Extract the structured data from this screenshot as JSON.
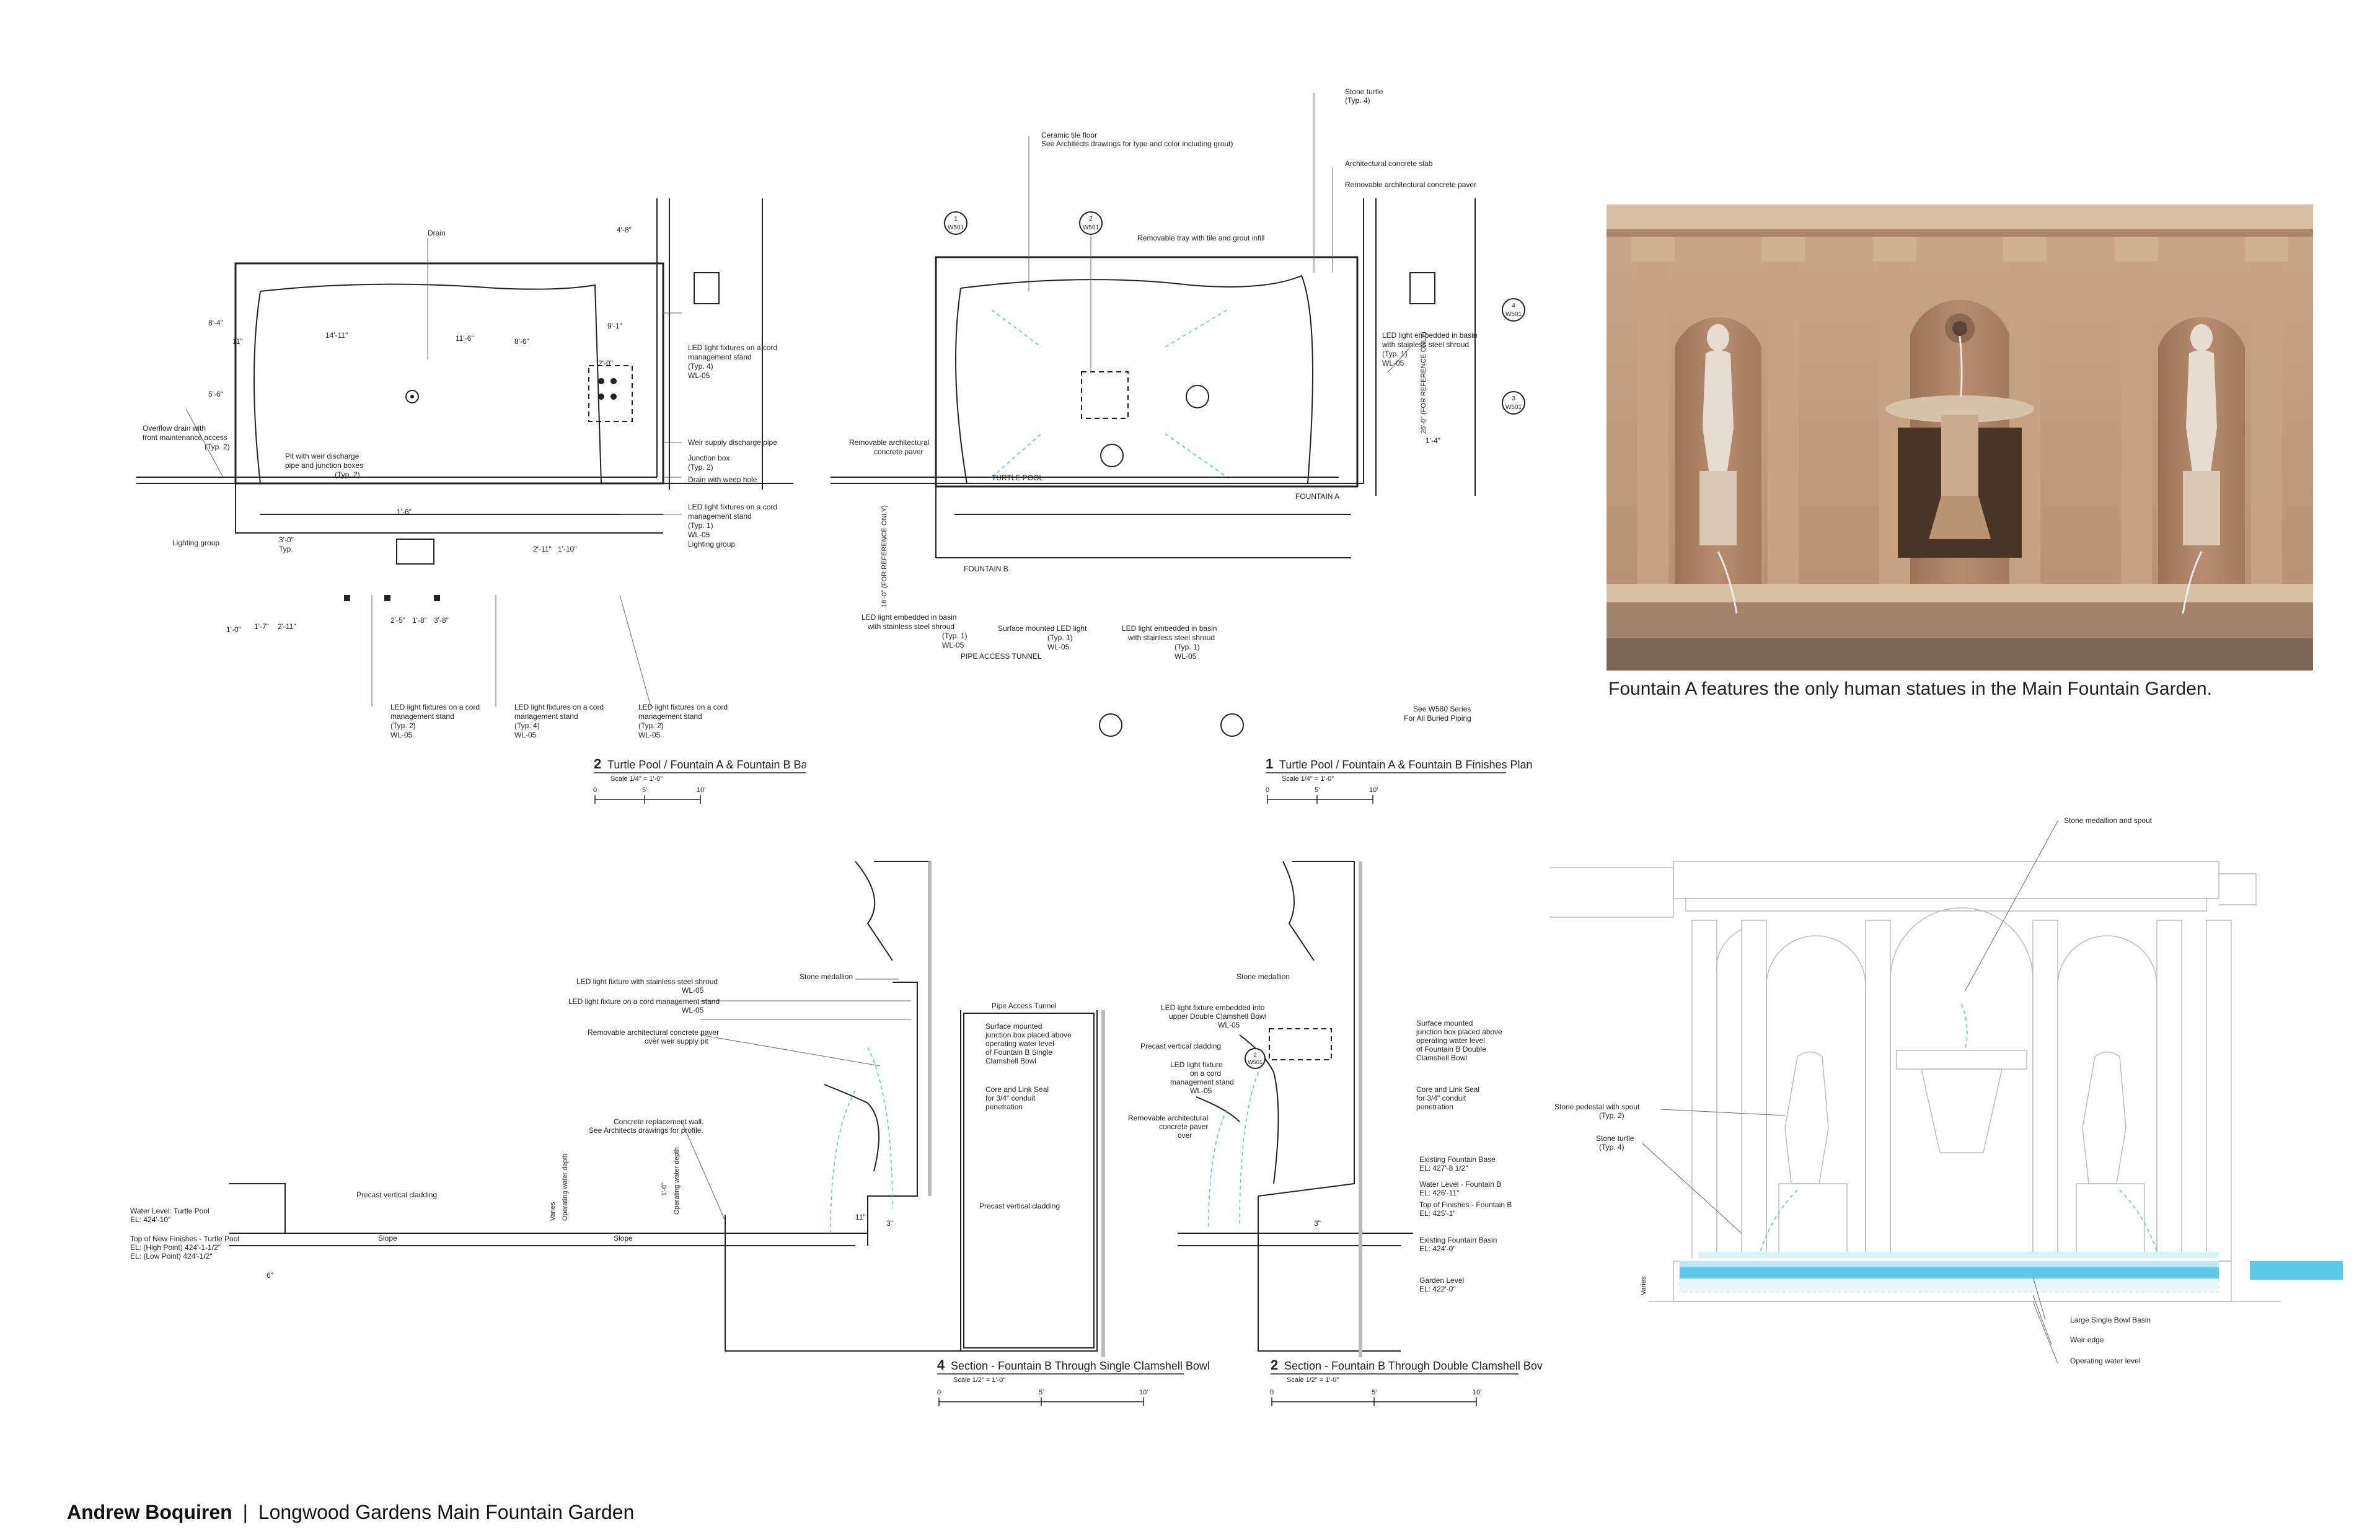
{
  "footer": {
    "author": "Andrew Boquiren",
    "separator": "|",
    "project": "Longwood Gardens Main Fountain Garden"
  },
  "photo": {
    "caption": "Fountain A features the only human statues in the Main Fountain Garden."
  },
  "plan2": {
    "number": "2",
    "title": "Turtle Pool / Fountain A & Fountain B Basin Plan",
    "scale": "Scale 1/4\" = 1'-0\"",
    "scale_ticks": [
      "0",
      "5'",
      "10'"
    ],
    "notes": {
      "drain": "Drain",
      "overflow1": "Overflow drain with",
      "overflow2": "front maintenance access",
      "overflow3": "(Typ. 2)",
      "pit1": "Pit with weir discharge",
      "pit2": "pipe and junction boxes",
      "pit3": "(Typ. 2)",
      "lighting": "Lighting group",
      "led1a": "LED light fixtures on a cord",
      "led1b": "management stand",
      "led1c": "(Typ. 4)",
      "led1d": "WL-05",
      "weir": "Weir supply discharge pipe",
      "jbox1": "Junction box",
      "jbox2": "(Typ. 2)",
      "drainweep": "Drain with weep hole",
      "led2a": "LED light fixtures on a cord",
      "led2b": "management stand",
      "led2c": "(Typ. 1)",
      "led2d": "WL-05",
      "lightgroup2": "Lighting group",
      "bot1a": "LED light fixtures on a cord",
      "bot1b": "management stand",
      "bot1c": "(Typ. 2)",
      "bot1d": "WL-05",
      "bot2a": "LED light fixtures on a cord",
      "bot2b": "management stand",
      "bot2c": "(Typ. 4)",
      "bot2d": "WL-05",
      "bot3a": "LED light fixtures on a cord",
      "bot3b": "management stand",
      "bot3c": "(Typ. 2)",
      "bot3d": "WL-05"
    },
    "dims": {
      "d1": "4'-8\"",
      "d2": "14'-11\"",
      "d3": "11'-6\"",
      "d4": "8'-6\"",
      "d5": "9'-1\"",
      "d6": "2'-0\"",
      "d7": "11\"",
      "d8": "3'-0\"",
      "d9": "Typ.",
      "d10": "1'-6\"",
      "d11": "2'-11\"",
      "d12": "1'-10\"",
      "d13": "1'-7\"",
      "d14": "2'-11\"",
      "d15": "2'-5\"",
      "d16": "1'-8\"",
      "d17": "3'-8\"",
      "d18": "1'-0\"",
      "d19": "8'-4\"",
      "d20": "5'-6\""
    }
  },
  "plan1": {
    "number": "1",
    "title": "Turtle Pool / Fountain A & Fountain B Finishes Plan",
    "scale": "Scale 1/4\" = 1'-0\"",
    "scale_ticks": [
      "0",
      "5'",
      "10'"
    ],
    "notes": {
      "turtle1": "Stone turtle",
      "turtle2": "(Typ. 4)",
      "ceramic1": "Ceramic tile floor",
      "ceramic2": "See Architects drawings for type and color including grout)",
      "slab": "Architectural concrete slab",
      "paver": "Removable architectural concrete paver",
      "tray": "Removable tray with tile and grout infill",
      "ledbasin1": "LED light embedded in basin",
      "ledbasin2": "with stainless steel shroud",
      "ledbasin3": "(Typ. 1)",
      "ledbasin4": "WL-05",
      "rem1": "Removable architectural",
      "rem2": "concrete paver",
      "turtlepool": "TURTLE POOL",
      "fountainA": "FOUNTAIN A",
      "fountainB": "FOUNTAIN B",
      "ref1": "16'-0\" (FOR REFERENCE ONLY)",
      "ref2": "26'-0\" (FOR REFERENCE ONLY)",
      "ref3": "1'-4\"",
      "b1a": "LED light embedded in basin",
      "b1b": "with stainless steel shroud",
      "b1c": "(Typ. 1)",
      "b1d": "WL-05",
      "b2a": "Surface mounted LED light",
      "b2b": "(Typ. 1)",
      "b2c": "WL-05",
      "b3a": "LED light embedded in basin",
      "b3b": "with stainless steel shroud",
      "b3c": "(Typ. 1)",
      "b3d": "WL-05",
      "tunnel": "PIPE ACCESS TUNNEL",
      "ws1": "See W580 Series",
      "ws2": "For All Buried Piping",
      "tag1": "1",
      "tag1b": "W501",
      "tag2": "2",
      "tag2b": "W501",
      "tag3": "4",
      "tag3b": "W501",
      "tag4": "3",
      "tag4b": "W501"
    }
  },
  "section4": {
    "number": "4",
    "title": "Section - Fountain B Through Single Clamshell Bowl",
    "scale": "Scale 1/2\" = 1'-0\"",
    "scale_ticks": [
      "0",
      "5'",
      "10'"
    ],
    "notes": {
      "medallion": "Stone medallion",
      "led1a": "LED light fixture with stainless steel shroud",
      "led1b": "WL-05",
      "led2a": "LED light fixture on a  cord management stand",
      "led2b": "WL-05",
      "paver1": "Removable architectural concrete paver",
      "paver2": "over weir supply pit",
      "wall1": "Concrete replacement wall.",
      "wall2": "See Architects drawings for profile.",
      "precast": "Precast vertical cladding",
      "tunnel": "Pipe Access Tunnel",
      "surf1": "Surface mounted",
      "surf2": "junction box placed above",
      "surf3": "operating water level",
      "surf4": "of Fountain B Single",
      "surf5": "Clamshell Bowl",
      "core1": "Core and Link Seal",
      "core2": "for 3/4\" conduit",
      "core3": "penetration",
      "precast2": "Precast vertical cladding",
      "wl1": "Water Level: Turtle Pool",
      "wl2": "EL: 424'-10\"",
      "top1": "Top of New Finishes - Turtle Pool",
      "top2": "EL: (High Point) 424'-1-1/2\"",
      "top3": "EL: (Low Point) 424'-1/2\"",
      "slope1": "Slope",
      "slope2": "Slope",
      "varies": "Varies",
      "opdepth": "Operating water depth",
      "d1": "1'-0\"",
      "d2": "Operating water depth",
      "d3": "3\"",
      "d4": "11\"",
      "d5": "6\""
    }
  },
  "section2": {
    "number": "2",
    "title": "Section - Fountain B Through Double Clamshell Bov",
    "scale": "Scale 1/2\" = 1'-0\"",
    "scale_ticks": [
      "0",
      "5'",
      "10'"
    ],
    "notes": {
      "medallion": "Stone medallion",
      "led1a": "LED light fixture embedded into",
      "led1b": "upper Double Clamshell Bowl",
      "led1c": "WL-05",
      "precast": "Precast vertical cladding",
      "led2a": "LED light fixture",
      "led2b": "on a  cord",
      "led2c": "management stand",
      "led2d": "WL-05",
      "paver1": "Removable architectural",
      "paver2": "concrete paver",
      "paver3": "over",
      "surf1": "Surface mounted",
      "surf2": "junction box placed above",
      "surf3": "operating water level",
      "surf4": "of Fountain B Double",
      "surf5": "Clamshell Bowl",
      "core1": "Core and Link Seal",
      "core2": "for 3/4\" conduit",
      "core3": "penetration",
      "e1a": "Existing Fountain Base",
      "e1b": "EL: 427'-8 1/2\"",
      "e2a": "Water Level - Fountain B",
      "e2b": "EL: 426'-11\"",
      "e3a": "Top of Finishes - Fountain B",
      "e3b": "EL: 425'-1\"",
      "e4a": "Existing Fountain Basin",
      "e4b": "EL: 424'-0\"",
      "e5a": "Garden Level",
      "e5b": "EL: 422'-0\"",
      "tag": "2",
      "tagb": "W501",
      "d1": "3\""
    }
  },
  "elevation": {
    "notes": {
      "medallion": "Stone medallion and spout",
      "pedestal1": "Stone pedestal with spout",
      "pedestal2": "(Typ. 2)",
      "turtle1": "Stone turtle",
      "turtle2": "(Typ. 4)",
      "varies": "Varies",
      "bowl": "Large Single Bowl Basin",
      "weir": "Weir edge",
      "opwl": "Operating water level"
    }
  }
}
